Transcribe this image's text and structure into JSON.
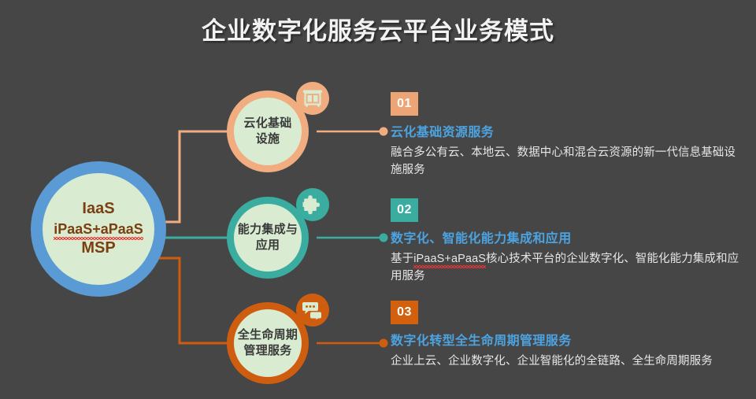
{
  "page": {
    "title": "企业数字化服务云平台业务模式",
    "background_color": "#464646"
  },
  "hub": {
    "name": "core-capability-hub",
    "ring_color": "#5b9bd5",
    "fill_color": "#d9ecd2",
    "text_color": "#7b3f10",
    "lines": [
      {
        "text": "IaaS",
        "spellcheck_underline": false
      },
      {
        "text": "iPaaS+aPaaS",
        "spellcheck_underline": true
      },
      {
        "text": "MSP",
        "spellcheck_underline": false
      }
    ]
  },
  "nodes": [
    {
      "label": "云化基础\n设施",
      "label_line1": "云化基础",
      "label_line2": "设施",
      "color": "#f1ad80",
      "icon": "server-rack-icon"
    },
    {
      "label": "能力集成与\n应用",
      "label_line1": "能力集成与",
      "label_line2": "应用",
      "color": "#3aada0",
      "icon": "puzzle-piece-icon"
    },
    {
      "label": "全生命周期\n管理服务",
      "label_line1": "全生命周期",
      "label_line2": "管理服务",
      "color": "#cf5d10",
      "icon": "chat-bubble-icon"
    }
  ],
  "sections": [
    {
      "number": "01",
      "badge_color": "#eda575",
      "title": "云化基础资源服务",
      "title_color": "#4ca3e0",
      "desc_part1": "融合多公有云、本地云、数据中心和混合云资源的新一代信息基础设施服务",
      "desc_before": "融合多公有云、本地云、数据中心和混合云资源的新一代信息基础设施服务",
      "desc_spell": "",
      "desc_after": ""
    },
    {
      "number": "02",
      "badge_color": "#3aada0",
      "title": "数字化、智能化能力集成和应用",
      "title_color": "#4ca3e0",
      "desc_part1": "基于iPaaS+aPaaS核心技术平台的企业数字化、智能化能力集成和应用服务",
      "desc_before": "基于",
      "desc_spell": "iPaaS+aPaaS",
      "desc_after": "核心技术平台的企业数字化、智能化能力集成和应用服务"
    },
    {
      "number": "03",
      "badge_color": "#d2600d",
      "title": "数字化转型全生命周期管理服务",
      "title_color": "#4ca3e0",
      "desc_part1": "企业上云、企业数字化、企业智能化的全链路、全生命周期服务",
      "desc_before": "企业上云、企业数字化、企业智能化的全链路、全生命周期服务",
      "desc_spell": "",
      "desc_after": ""
    }
  ],
  "connectors": [
    {
      "name": "hub-to-node-1",
      "color": "#f1ad80"
    },
    {
      "name": "hub-to-node-2",
      "color": "#3aada0"
    },
    {
      "name": "hub-to-node-3",
      "color": "#cf5d10"
    },
    {
      "name": "node-1-to-section-1",
      "color": "#f1ad80"
    },
    {
      "name": "node-2-to-section-2",
      "color": "#3aada0"
    },
    {
      "name": "node-3-to-section-3",
      "color": "#cf5d10"
    }
  ]
}
